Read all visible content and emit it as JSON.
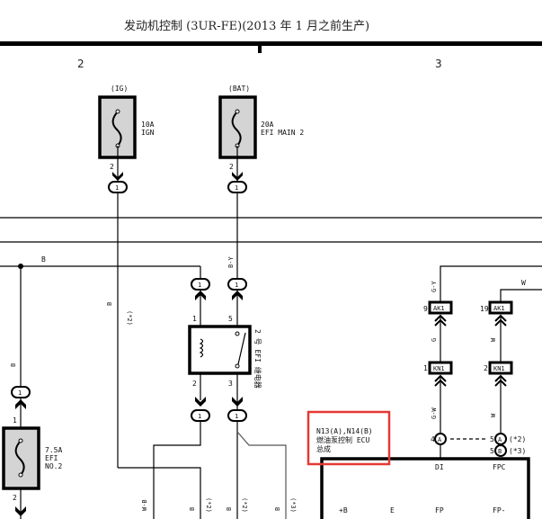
{
  "title": "发动机控制 (3UR-FE)(2013 年 1 月之前生产)",
  "columns": [
    "2",
    "3"
  ],
  "fuses": [
    {
      "supply": "(IG)",
      "rating": "10A",
      "name": "IGN",
      "pin_out": "2",
      "connector": "1"
    },
    {
      "supply": "(BAT)",
      "rating": "20A",
      "name": "EFI MAIN 2",
      "pin_out": "2",
      "connector": "1"
    },
    {
      "rating": "7.5A",
      "name": "EFI",
      "name2": "NO.2",
      "pin_in": "1",
      "pin_out": "2",
      "connector": "1"
    }
  ],
  "relay": {
    "name": "2 号 EFI 继电器",
    "pins": {
      "coil_in": "1",
      "switch_in": "5",
      "coil_out": "2",
      "switch_out": "3"
    },
    "connector": "1"
  },
  "wire_colors": {
    "bus_top": "B",
    "left_drop": "B",
    "ig_down": "B",
    "ig_note": "(*2)",
    "bat_down": "B-Y",
    "ak1_left": "G-Y",
    "ak1_right": "W",
    "ak_kn_left": "G",
    "ak_kn_right": "W",
    "kn_ecu_left": "G-W",
    "kn_ecu_right": "W",
    "bottom": [
      {
        "color": "W-B",
        "note": ""
      },
      {
        "color": "B",
        "note": "(*2)"
      },
      {
        "color": "B",
        "note": "(*2)"
      },
      {
        "color": "B",
        "note": "(*3)"
      }
    ]
  },
  "connectors": {
    "ak1_left": {
      "pin": "9",
      "label": "AK1"
    },
    "ak1_right": {
      "pin": "19",
      "label": "AK1"
    },
    "kn1_left": {
      "pin": "1",
      "label": "KN1"
    },
    "kn1_right": {
      "pin": "2",
      "label": "KN1"
    }
  },
  "ecu": {
    "connector_line": "N13(A),N14(B)",
    "name": "燃油泵控制 ECU",
    "name2": "总成",
    "top_pins": [
      {
        "pin": "4",
        "conn": "A",
        "terminal": "DI",
        "note": ""
      },
      {
        "pin": "5",
        "conn": "A",
        "terminal": "FPC",
        "note": "(*2)"
      },
      {
        "pin": "5",
        "conn": "B",
        "terminal": "",
        "note": "(*3)"
      }
    ],
    "bottom_terminals": [
      "+B",
      "E",
      "FP",
      "FP-"
    ],
    "highlight_color": "#e53935"
  }
}
